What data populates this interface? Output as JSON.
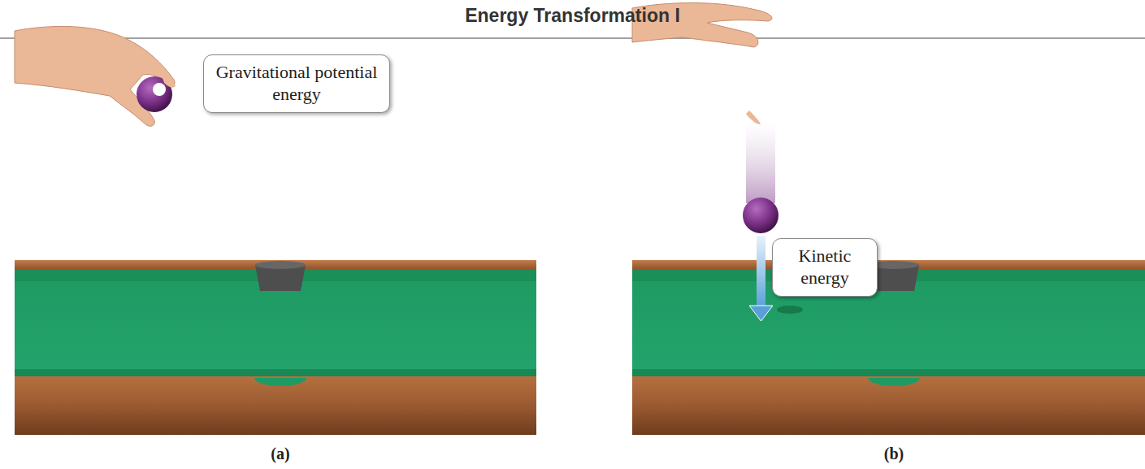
{
  "diagram": {
    "title": "Energy Transformation I",
    "nodes": [
      {
        "text": [
          "Gravitational potential energy"
        ]
      },
      {
        "text": [
          "Kinetic energy"
        ]
      }
    ],
    "labels": [
      "(a)",
      "(b)"
    ]
  }
}
